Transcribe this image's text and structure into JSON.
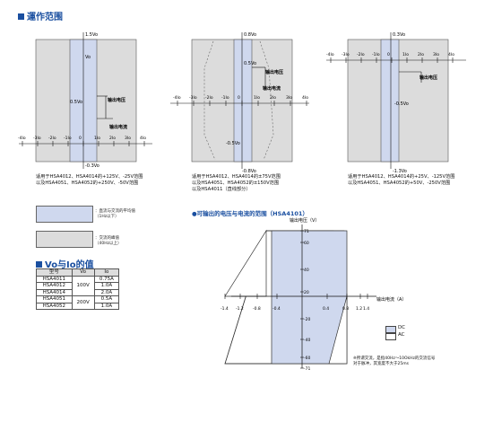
{
  "title": "運作范围",
  "charts": [
    {
      "y_top": "1.5Vo",
      "y_mid": "Vo",
      "y_low": "0.5Vo",
      "y_bottom": "-0.3Vo",
      "x_labels": [
        "-4Io",
        "-3Io",
        "-2Io",
        "-1Io",
        "0",
        "1Io",
        "2Io",
        "3Io",
        "4Io"
      ],
      "v_label": "输出电压",
      "i_label": "输出电流"
    },
    {
      "y_top": "0.8Vo",
      "y_mid": "0.5Vo",
      "y_bottom": "-0.8Vo",
      "y_low": "-0.5Vo",
      "x_labels": [
        "-4Io",
        "-3Io",
        "-2Io",
        "-1Io",
        "0",
        "1Io",
        "2Io",
        "3Io",
        "4Io"
      ],
      "v_label": "输出电压",
      "i_label": "输出电流"
    },
    {
      "y_top": "0.3Vo",
      "y_mid": "-0.5Vo",
      "y_bottom": "-1.3Vo",
      "x_labels": [
        "-4Io",
        "-3Io",
        "-2Io",
        "-1Io",
        "0",
        "1Io",
        "2Io",
        "3Io",
        "4Io"
      ],
      "v_label": "输出电压"
    }
  ],
  "notes": [
    "适用于HSA4012、HSA4014的+125V、-25V范围\n以及HSA4051、HSA4052的+250V、-50V范围",
    "适用于HSA4012、HSA4014的±75V范围\n以及HSA4051、HSA4052的±150V范围\n以及HSA4011（直线部分）",
    "适用于HSA4012、HSA4014的+25V、-125V范围\n以及HSA4051、HSA4052的+50V、-250V范围"
  ],
  "legend": {
    "dc": "：直流与交流的平均值\n（1Hz以下）",
    "ac": "：交流的峰值\n（40Hz以上）"
  },
  "vo_title": "Vo与Io的值",
  "table": {
    "headers": [
      "型号",
      "Vo",
      "Io"
    ],
    "rows": [
      {
        "model": "HSA4011",
        "vo": "",
        "io": "0.75A"
      },
      {
        "model": "HSA4012",
        "vo": "100V",
        "io": "1.0A"
      },
      {
        "model": "HSA4014",
        "vo": "",
        "io": "2.0A"
      },
      {
        "model": "HSA4051",
        "vo": "200V",
        "io": "0.5A"
      },
      {
        "model": "HSA4052",
        "vo": "",
        "io": "1.0A"
      }
    ]
  },
  "range_title": "●可输出的电压与电流的范围（HSA4101）",
  "range_chart": {
    "y_label": "输出电压（V）",
    "x_label": "输出电流（A）",
    "y_ticks": [
      "71",
      "60",
      "40",
      "20",
      "-20",
      "-40",
      "-60",
      "-71"
    ],
    "x_ticks": [
      "-1.4",
      "-1.2",
      "-0.8",
      "-0.4",
      "0.4",
      "0.8",
      "1.2",
      "1.4"
    ],
    "legend_dc": "DC",
    "legend_ac": "AC",
    "footnote": "※所谓交流，是指40Hz～10OkHz的交流信号\n对于脉冲，其宽度不大于25ms"
  },
  "colors": {
    "dc": "#cfd8ee",
    "ac": "#dcdcdc",
    "accent": "#1a4fa0"
  }
}
